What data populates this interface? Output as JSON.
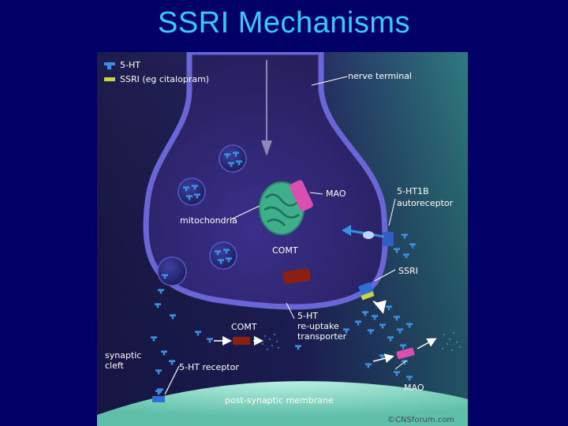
{
  "slide": {
    "title": "SSRI Mechanisms"
  },
  "colors": {
    "background": "#000066",
    "title": "#33ccff",
    "serotonin": "#3a8fe0",
    "ssri": "#c8d838",
    "mao": "#d84fb0",
    "comt": "#8b2010",
    "mitochondria": "#3fae8a",
    "membrane": "#9fe0d0"
  },
  "legend": [
    {
      "icon": "serotonin-icon",
      "label": "5-HT"
    },
    {
      "icon": "ssri-icon",
      "label": "SSRI (eg citalopram)"
    }
  ],
  "labels": {
    "nerve_terminal": "nerve terminal",
    "mao_top": "MAO",
    "mitochondria": "mitochondria",
    "comt_top": "COMT",
    "autoreceptor_1": "5-HT1B",
    "autoreceptor_2": "autoreceptor",
    "ssri": "SSRI",
    "transporter_1": "5-HT",
    "transporter_2": "re-uptake",
    "transporter_3": "transporter",
    "comt_cleft": "COMT",
    "synaptic_cleft_1": "synaptic",
    "synaptic_cleft_2": "cleft",
    "receptor": "5-HT receptor",
    "mao_bottom": "MAO",
    "membrane": "post-synaptic membrane",
    "copyright": "©CNSforum.com"
  }
}
